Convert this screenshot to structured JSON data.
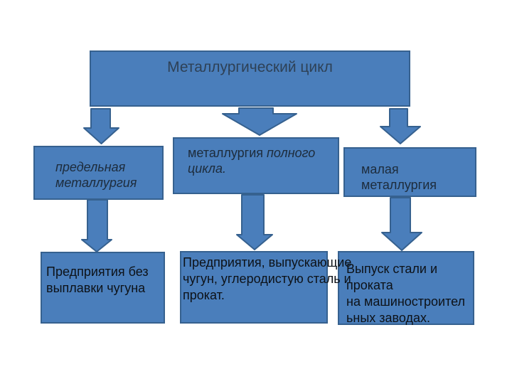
{
  "slide": {
    "title": "Металлургический цикл"
  },
  "diagram": {
    "root": {
      "label": "Металлургический цикл"
    },
    "row2": [
      {
        "label": "предельная\nметаллургия",
        "style": "italic"
      },
      {
        "label_regular": "металлургия ",
        "label_italic": "полного\nцикла.",
        "style": "mixed"
      },
      {
        "label": "малая\nметаллургия",
        "style": "regular"
      }
    ],
    "row3": [
      {
        "label": "Предприятия без\nвыплавки чугуна"
      },
      {
        "label": "Предприятия, выпускающие\nчугун, углеродистую сталь и\nпрокат."
      },
      {
        "label": "Выпуск стали и\nпроката\nна машиностроител\nьных заводах."
      }
    ],
    "connector_shape": "block-down-arrow",
    "connector_count": 6
  },
  "colors": {
    "shape_fill": "#4a7ebb",
    "shape_border": "#36618f",
    "title_text": "#2e4156",
    "row2_text": "#1d2c3c",
    "row3_text": "#0d1218",
    "background": "#ffffff"
  }
}
